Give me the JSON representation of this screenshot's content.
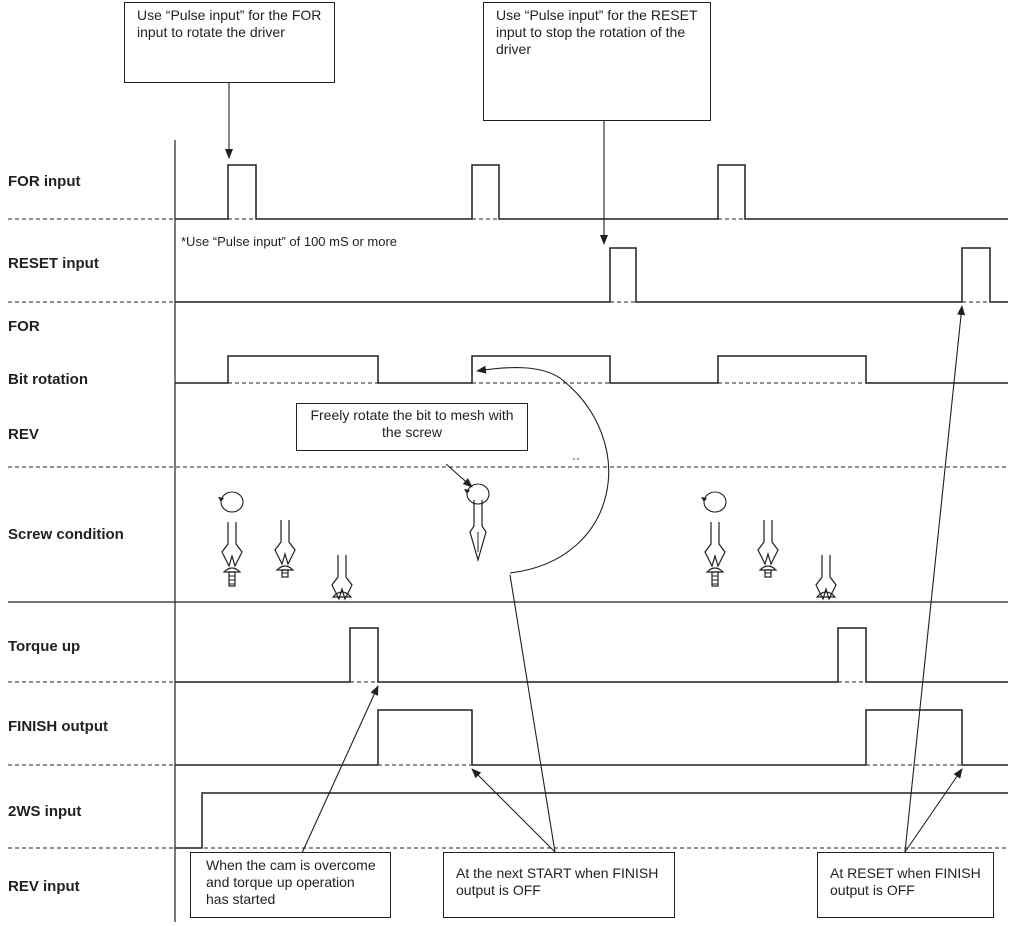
{
  "rows": {
    "for_input": "FOR input",
    "reset_input": "RESET input",
    "for": "FOR",
    "bit_rotation": "Bit rotation",
    "rev": "REV",
    "screw_condition": "Screw condition",
    "torque_up": "Torque up",
    "finish_output": "FINISH output",
    "ws2_input": "2WS input",
    "rev_input": "REV input"
  },
  "callouts": {
    "for_pulse": "Use “Pulse input” for the FOR input to rotate the driver",
    "reset_pulse": "Use “Pulse input” for the RESET input to stop the rotation of the driver",
    "free_rotate": "Freely rotate the bit to mesh with the screw",
    "cam_overcome": "When the cam is overcome and torque up operation has started",
    "next_start": "At the next START when FINISH output is OFF",
    "at_reset": "At RESET when FINISH output is OFF"
  },
  "notes": {
    "pulse_min": "*Use “Pulse input” of 100 mS or more"
  }
}
